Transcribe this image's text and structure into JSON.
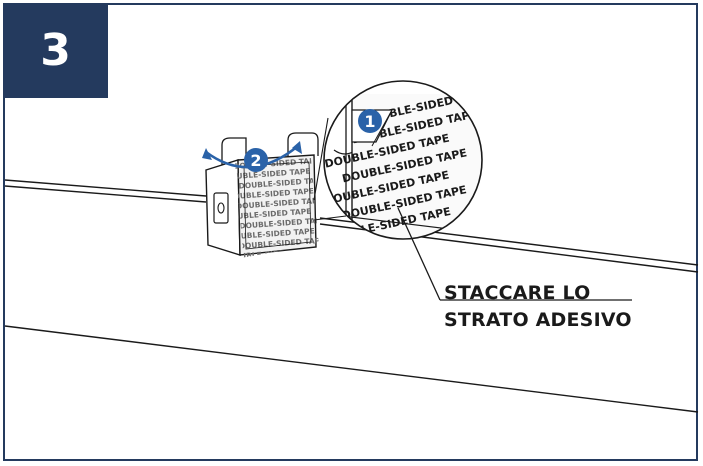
{
  "step": {
    "number": "3"
  },
  "callout": {
    "line1": "STACCARE LO",
    "line2": "STRATO ADESIVO"
  },
  "badges": {
    "peel": "1",
    "fold": "2"
  },
  "tape": {
    "label": "DOUBLE-SIDED TAPE"
  },
  "colors": {
    "navy": "#243a5e",
    "accent_blue": "#2a62a8",
    "line": "#1a1a1a"
  }
}
